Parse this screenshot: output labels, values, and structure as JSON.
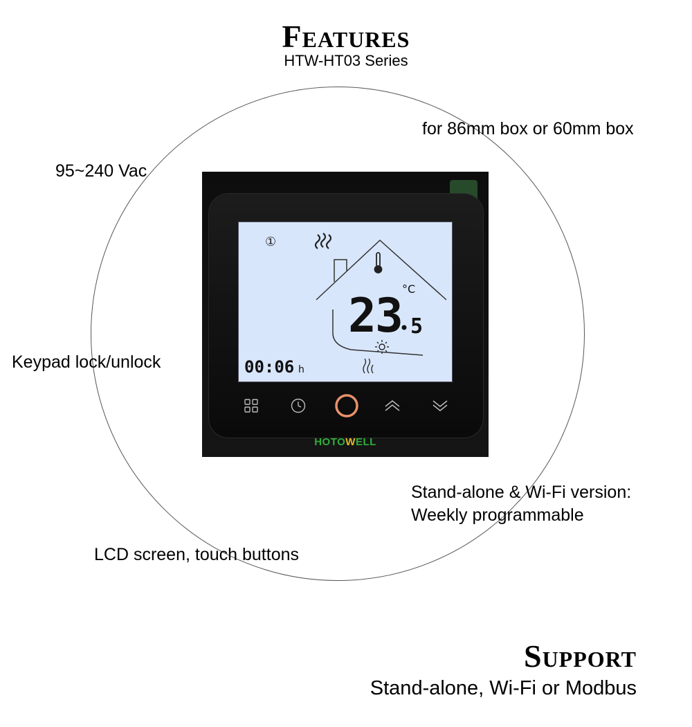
{
  "header": {
    "title": "Features",
    "subtitle": "HTW-HT03 Series"
  },
  "features": {
    "box": "for 86mm box or 60mm box",
    "voltage": "95~240 Vac",
    "keypad": "Keypad lock/unlock",
    "weekly_line1": "Stand-alone & Wi-Fi version:",
    "weekly_line2": "Weekly programmable",
    "screen": "LCD screen, touch buttons"
  },
  "device": {
    "brand": {
      "part1": "HOTO",
      "part2": "W",
      "part3": "ELL"
    },
    "brand_colors": {
      "part1": "#2fae3a",
      "part2": "#e8b81e",
      "part3": "#2fae3a"
    },
    "lcd": {
      "program_number": "①",
      "temperature_main": "23",
      "temperature_decimal": "5",
      "unit": "°C",
      "timer": "00:06",
      "timer_unit": "h"
    },
    "buttons": [
      "menu-icon",
      "clock-icon",
      "power-icon",
      "up-icon",
      "down-icon"
    ],
    "power_ring_color": "#e8926a",
    "lcd_color": "#d8e6fb"
  },
  "footer": {
    "title": "Support",
    "text": "Stand-alone, Wi-Fi or Modbus"
  }
}
